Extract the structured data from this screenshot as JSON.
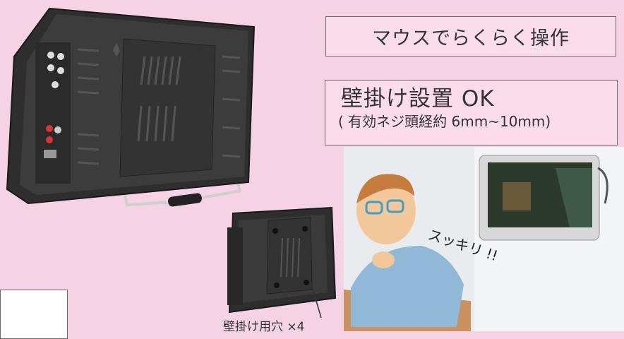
{
  "features": {
    "mouse_label": "マウスでらくらく操作",
    "wall_title": "壁掛け設置 OK",
    "wall_subtitle": "( 有効ネジ頭経約 6mm~10mm)"
  },
  "small_monitor": {
    "caption": "壁掛け用穴 ×4"
  },
  "illustration": {
    "speech": "スッキリ !!"
  },
  "colors": {
    "background": "#f6d3e4",
    "box_fill": "#fbdcea",
    "monitor_body": "#3a3a3a"
  }
}
